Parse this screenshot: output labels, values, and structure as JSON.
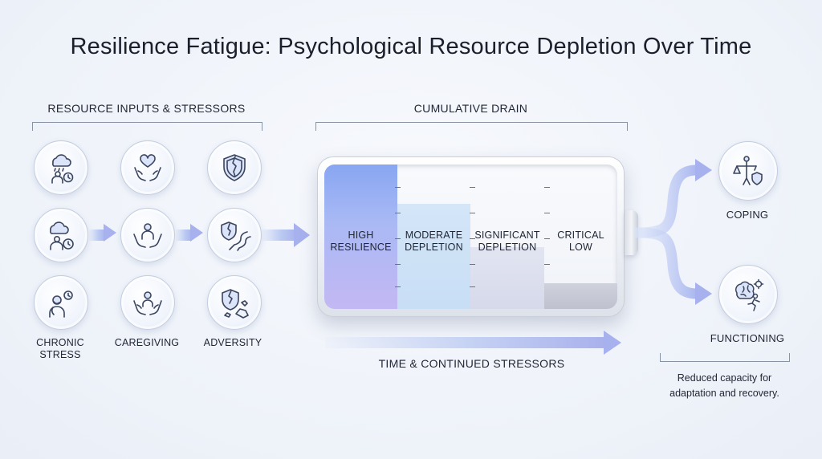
{
  "title": "Resilience Fatigue: Psychological Resource Depletion Over Time",
  "sections": {
    "inputs": "RESOURCE INPUTS & STRESSORS",
    "drain": "CUMULATIVE DRAIN"
  },
  "inputs": {
    "labels": {
      "chronic_stress_1": "CHRONIC",
      "chronic_stress_2": "STRESS",
      "caregiving": "CAREGIVING",
      "adversity": "ADVERSITY"
    }
  },
  "battery": {
    "stages": [
      {
        "line1": "HIGH",
        "line2": "RESILIENCE",
        "level": 1.0
      },
      {
        "line1": "MODERATE",
        "line2": "DEPLETION",
        "level": 0.73
      },
      {
        "line1": "SIGNIFICANT",
        "line2": "DEPLETION",
        "level": 0.43
      },
      {
        "line1": "CRITICAL",
        "line2": "LOW",
        "level": 0.18
      }
    ],
    "colors": {
      "stage1": "#9fb3f3",
      "stage2": "#cfe2f6",
      "stage3": "#dfe1ee",
      "stage4": "#c8cad8"
    }
  },
  "time_arrow": "TIME & CONTINUED STRESSORS",
  "outputs": {
    "coping": "COPING",
    "functioning": "FUNCTIONING",
    "caption_1": "Reduced capacity for",
    "caption_2": "adaptation and recovery."
  }
}
